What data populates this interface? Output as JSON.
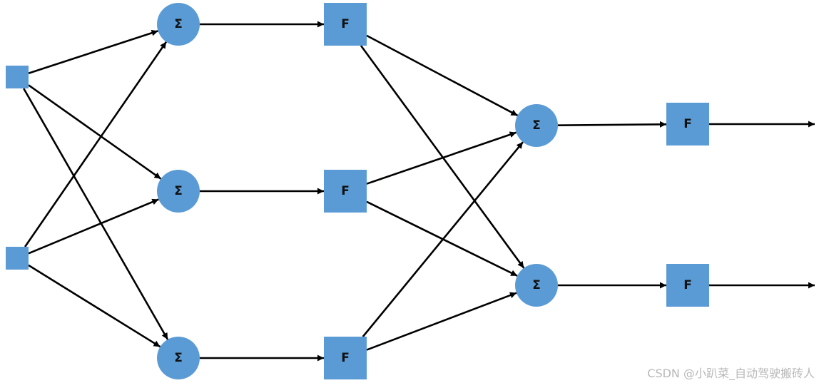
{
  "diagram": {
    "colors": {
      "node_fill": "#5b9bd5",
      "edge": "#000000",
      "label": "#111111"
    },
    "nodes": [
      {
        "id": "in1",
        "shape": "square-small",
        "label": ""
      },
      {
        "id": "in2",
        "shape": "square-small",
        "label": ""
      },
      {
        "id": "s1a",
        "shape": "circle",
        "label": "Σ"
      },
      {
        "id": "s1b",
        "shape": "circle",
        "label": "Σ"
      },
      {
        "id": "s1c",
        "shape": "circle",
        "label": "Σ"
      },
      {
        "id": "f1a",
        "shape": "square",
        "label": "F"
      },
      {
        "id": "f1b",
        "shape": "square",
        "label": "F"
      },
      {
        "id": "f1c",
        "shape": "square",
        "label": "F"
      },
      {
        "id": "s2a",
        "shape": "circle",
        "label": "Σ"
      },
      {
        "id": "s2b",
        "shape": "circle",
        "label": "Σ"
      },
      {
        "id": "f2a",
        "shape": "square",
        "label": "F"
      },
      {
        "id": "f2b",
        "shape": "square",
        "label": "F"
      }
    ],
    "edges": [
      [
        "in1",
        "s1a"
      ],
      [
        "in1",
        "s1b"
      ],
      [
        "in1",
        "s1c"
      ],
      [
        "in2",
        "s1a"
      ],
      [
        "in2",
        "s1b"
      ],
      [
        "in2",
        "s1c"
      ],
      [
        "s1a",
        "f1a"
      ],
      [
        "s1b",
        "f1b"
      ],
      [
        "s1c",
        "f1c"
      ],
      [
        "f1a",
        "s2a"
      ],
      [
        "f1a",
        "s2b"
      ],
      [
        "f1b",
        "s2a"
      ],
      [
        "f1b",
        "s2b"
      ],
      [
        "f1c",
        "s2a"
      ],
      [
        "f1c",
        "s2b"
      ],
      [
        "s2a",
        "f2a"
      ],
      [
        "s2b",
        "f2b"
      ],
      [
        "f2a",
        "out1"
      ],
      [
        "f2b",
        "out2"
      ]
    ]
  },
  "watermark": "CSDN @小趴菜_自动驾驶搬砖人"
}
